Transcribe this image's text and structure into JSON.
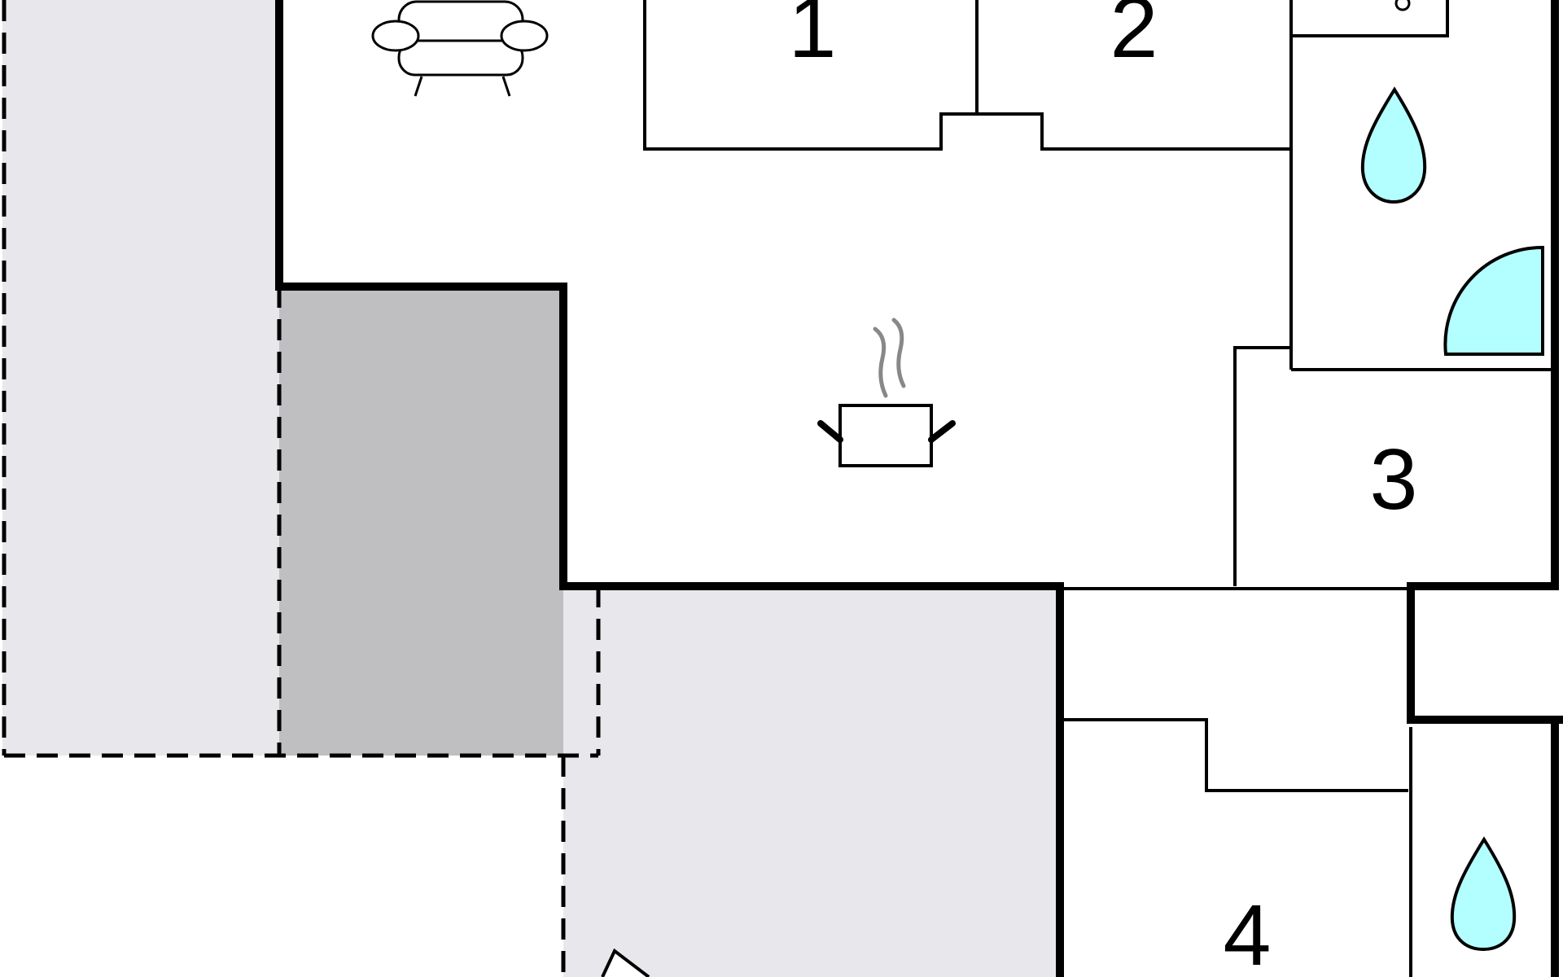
{
  "colors": {
    "wall": "#000000",
    "floor": "#ffffff",
    "terrace_light": "#e8e7eb",
    "terrace_dark": "#bfbfc1",
    "water": "#b3ffff",
    "steam": "#888888"
  },
  "rooms": {
    "r1": "1",
    "r2": "2",
    "r3": "3",
    "r4": "4"
  },
  "icons": [
    "sofa-icon",
    "cooking-pot-icon",
    "water-drop-icon",
    "shower-icon",
    "thermometer-icon"
  ]
}
